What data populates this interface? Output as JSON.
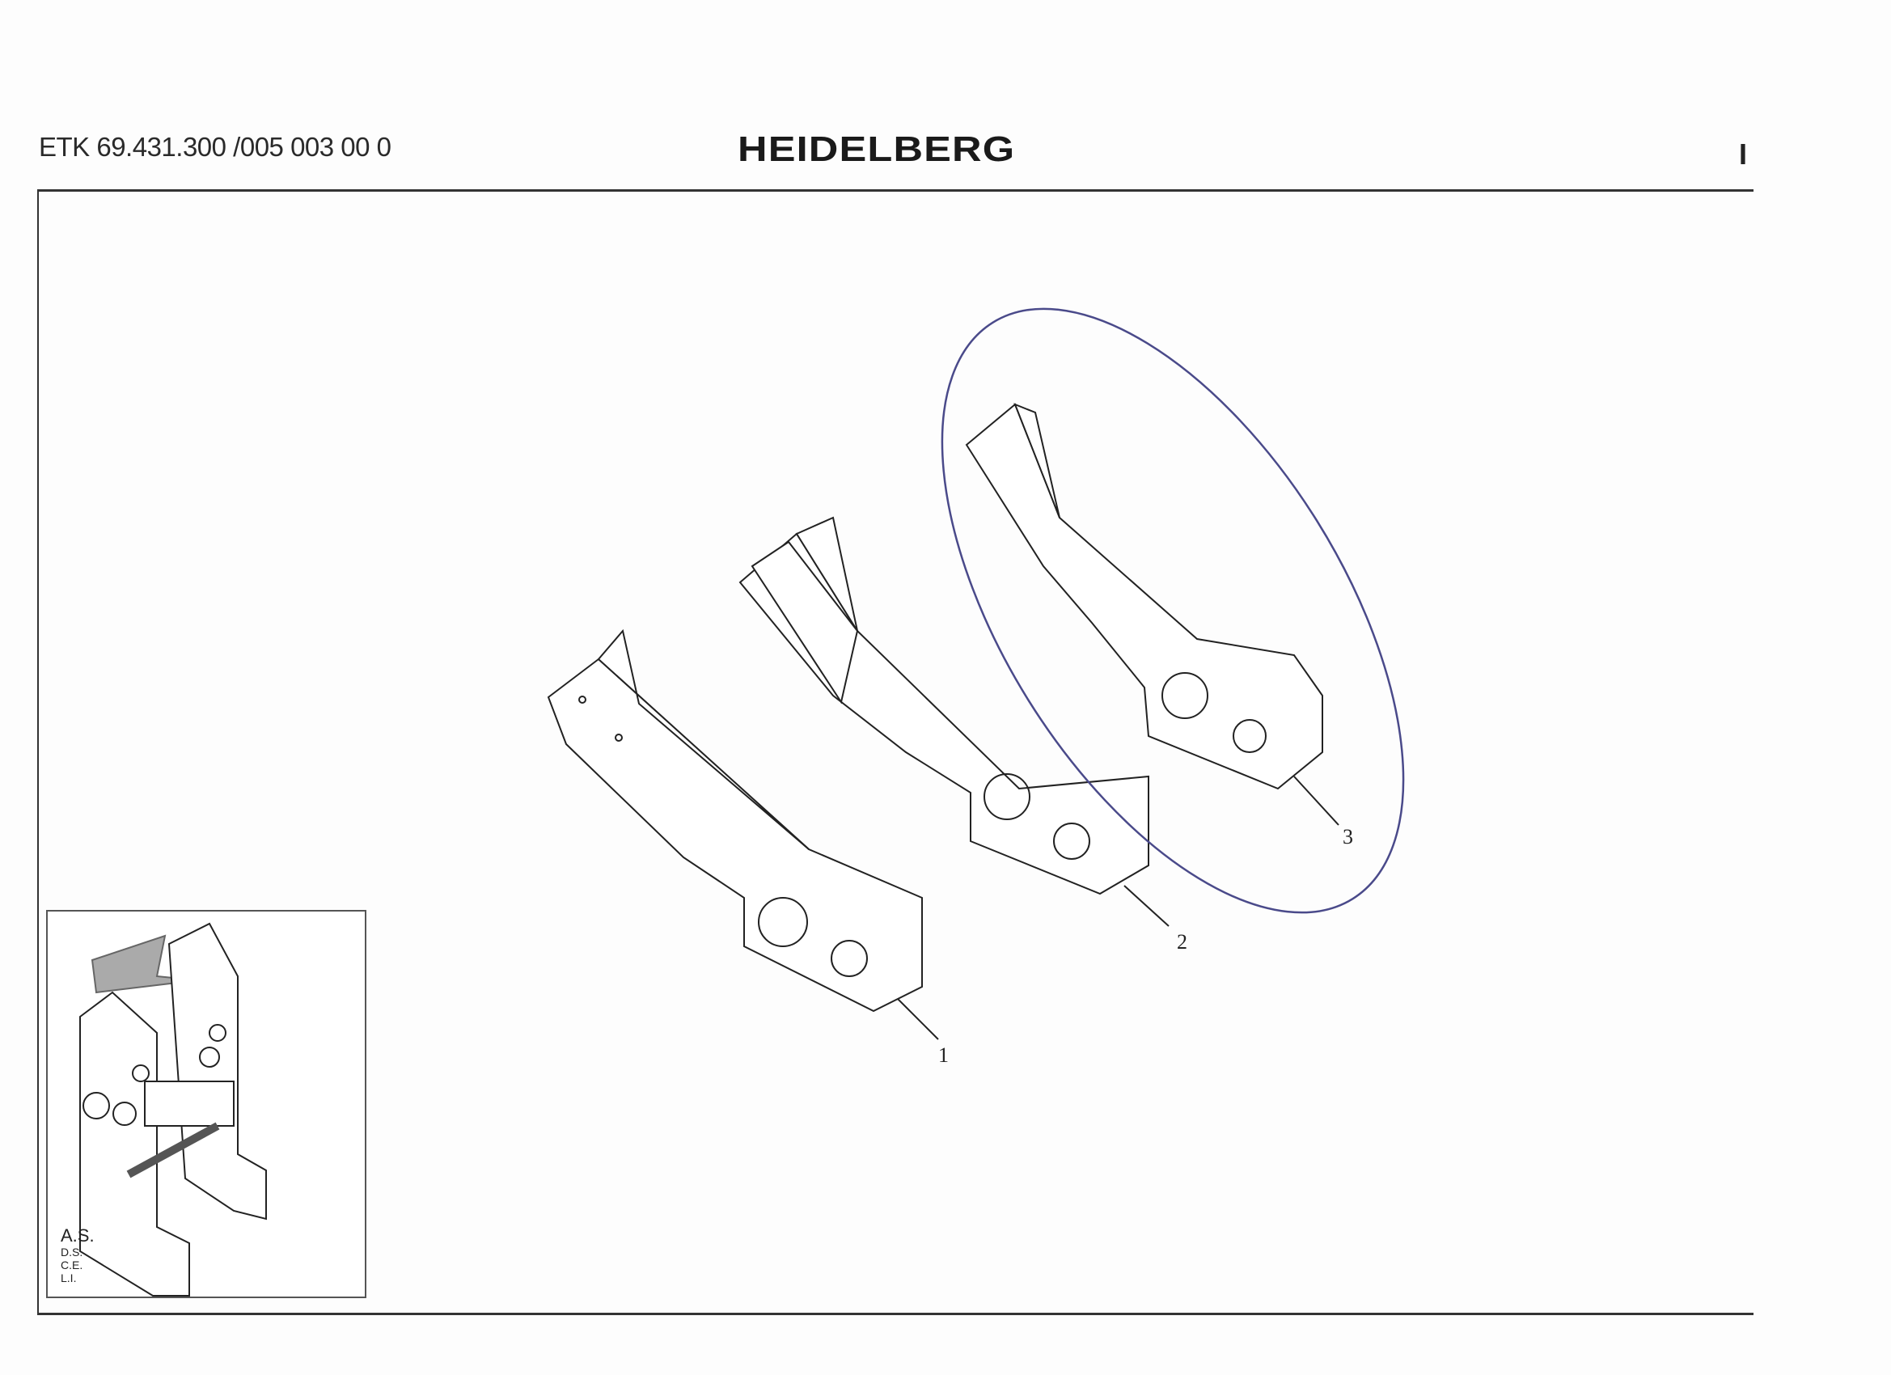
{
  "header": {
    "document_id": "ETK 69.431.300 /005 003 00 0",
    "brand_logo": "HEIDELBERG",
    "edge_mark": "I"
  },
  "drawing": {
    "callouts": [
      "1",
      "2",
      "3"
    ],
    "annotation_color": "#4a4a8a"
  },
  "inset": {
    "side_labels": [
      "A.S.",
      "D.S.",
      "C.E.",
      "L.I."
    ]
  }
}
